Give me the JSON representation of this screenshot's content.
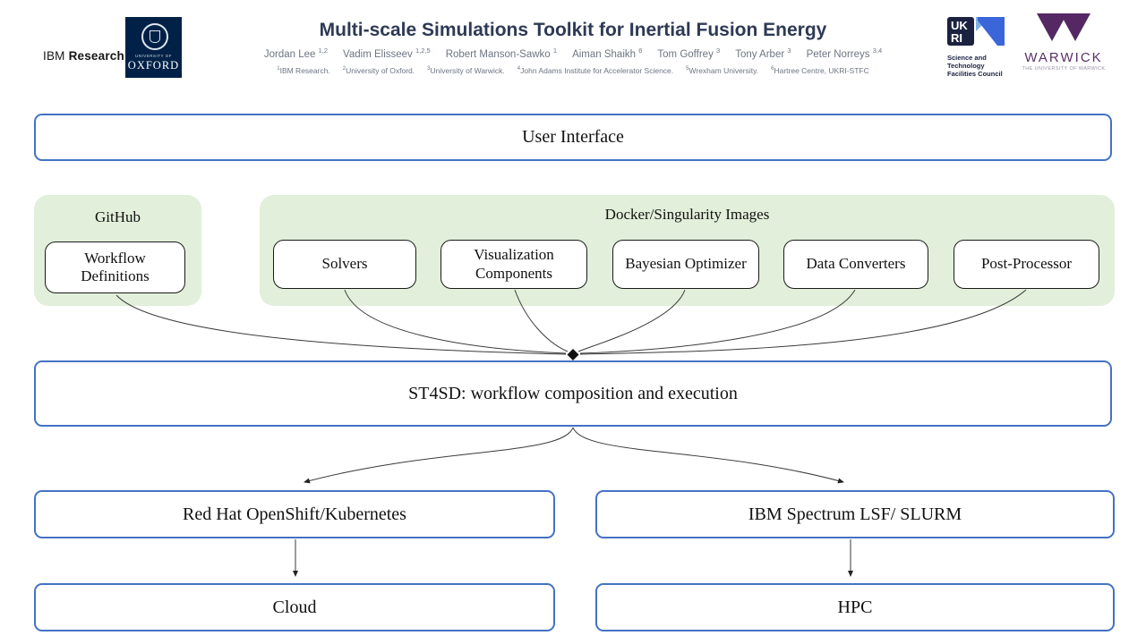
{
  "header": {
    "ibm_logo": {
      "plain": "IBM",
      "bold": "Research"
    },
    "oxford_logo": {
      "line1": "UNIVERSITY OF",
      "line2": "OXFORD"
    },
    "title": "Multi-scale Simulations Toolkit for Inertial Fusion Energy",
    "authors": [
      {
        "name": "Jordan Lee",
        "sup": "1,2"
      },
      {
        "name": "Vadim Elisseev",
        "sup": "1,2,5"
      },
      {
        "name": "Robert Manson-Sawko",
        "sup": "1"
      },
      {
        "name": "Aiman Shaikh",
        "sup": "6"
      },
      {
        "name": "Tom Goffrey",
        "sup": "3"
      },
      {
        "name": "Tony Arber",
        "sup": "3"
      },
      {
        "name": "Peter Norreys",
        "sup": "3,4"
      }
    ],
    "affiliations": [
      {
        "sup": "1",
        "text": "IBM Research."
      },
      {
        "sup": "2",
        "text": "University of Oxford."
      },
      {
        "sup": "3",
        "text": "University of Warwick."
      },
      {
        "sup": "4",
        "text": "John Adams Institute for Accelerator Science."
      },
      {
        "sup": "5",
        "text": "Wrexham University."
      },
      {
        "sup": "6",
        "text": "Hartree Centre, UKRI-STFC"
      }
    ],
    "ukri_logo": {
      "letters_top": "UK",
      "letters_bottom": "RI",
      "caption_line1": "Science and",
      "caption_line2": "Technology",
      "caption_line3": "Facilities Council"
    },
    "warwick_logo": {
      "name": "WARWICK",
      "caption": "THE UNIVERSITY OF WARWICK"
    }
  },
  "diagram": {
    "user_interface": "User Interface",
    "github": {
      "label": "GitHub",
      "box": "Workflow Definitions"
    },
    "docker": {
      "label": "Docker/Singularity Images",
      "boxes": [
        "Solvers",
        "Visualization Components",
        "Bayesian Optimizer",
        "Data Converters",
        "Post-Processor"
      ]
    },
    "st4sd": "ST4SD: workflow composition and execution",
    "left_branch": {
      "top": "Red Hat OpenShift/Kubernetes",
      "bottom": "Cloud"
    },
    "right_branch": {
      "top": "IBM Spectrum LSF/ SLURM",
      "bottom": "HPC"
    }
  },
  "colors": {
    "box_border_blue": "#4472c4",
    "panel_green": "#e2efda",
    "title_navy": "#2e3a55",
    "author_gray": "#6d7582",
    "oxford_navy": "#002147",
    "ukri_navy": "#1b2240",
    "ukri_blue": "#3b66d9",
    "ukri_light_blue": "#7fb3e8",
    "warwick_purple": "#552864",
    "arrow_black": "#222222"
  }
}
